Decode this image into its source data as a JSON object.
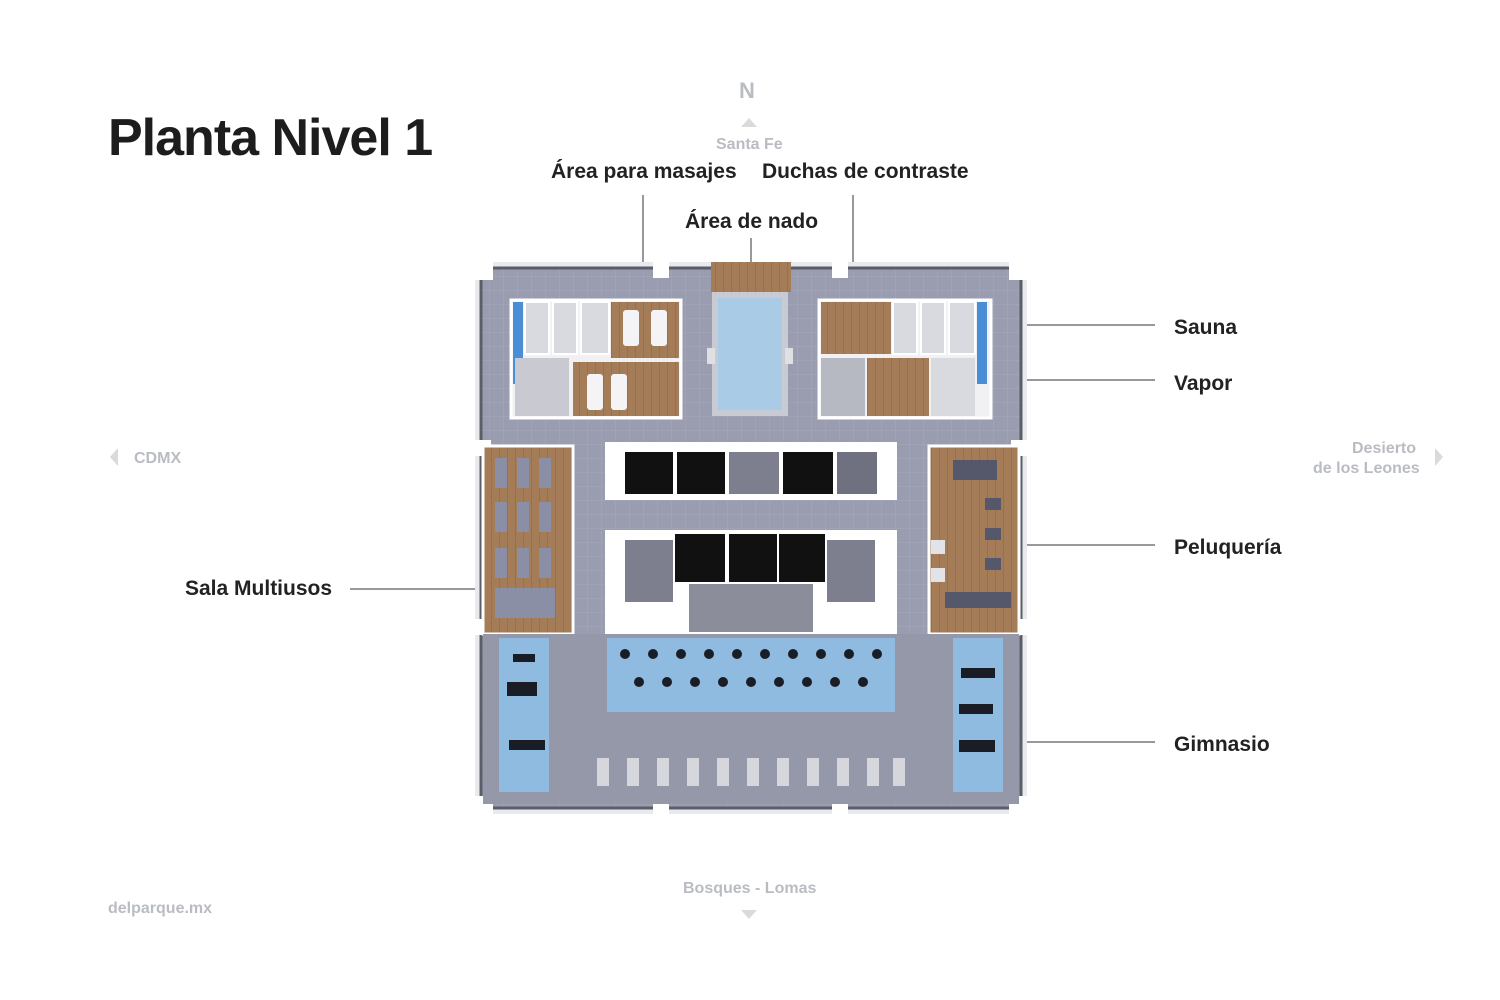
{
  "title": "Planta Nivel 1",
  "compass": {
    "north_letter": "N",
    "north": "Santa Fe",
    "south": "Bosques - Lomas",
    "west": "CDMX",
    "east_line1": "Desierto",
    "east_line2": "de los Leones"
  },
  "labels": {
    "massage": "Área para masajes",
    "contrast_showers": "Duchas de contraste",
    "swim": "Área de nado",
    "sauna": "Sauna",
    "steam": "Vapor",
    "salon": "Peluquería",
    "multipurpose": "Sala Multiusos",
    "gym": "Gimnasio"
  },
  "footer": "delparque.mx",
  "colors": {
    "label": "#222222",
    "compass": "#b9bcc2",
    "pool": "#a9cbe6",
    "floor": "#9598a8",
    "wood": "#a07a55",
    "gym_mat": "#8fbbe0",
    "core": "#111111"
  }
}
